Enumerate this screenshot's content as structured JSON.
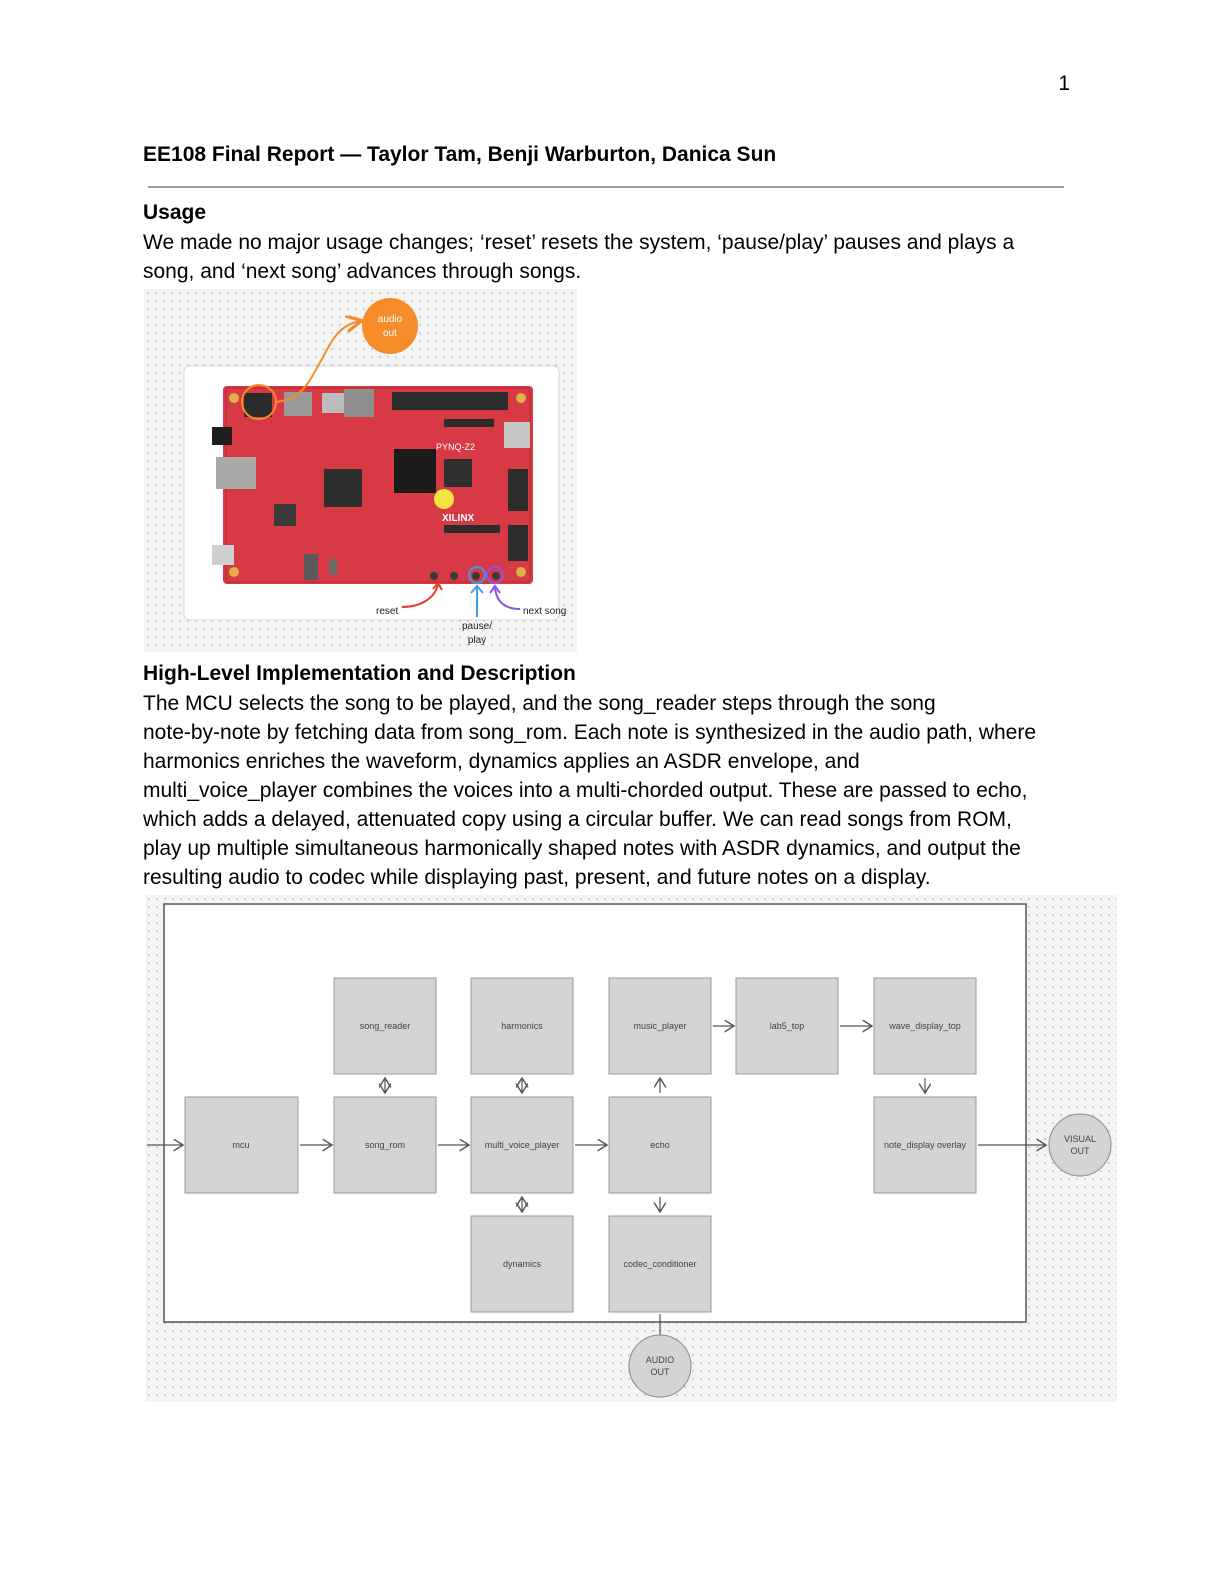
{
  "page_number": "1",
  "title": "EE108 Final Report — Taylor Tam, Benji Warburton, Danica Sun",
  "usage": {
    "heading": "Usage",
    "lines": [
      "We made no major usage changes; ‘reset’ resets the system, ‘pause/play’ pauses and plays a",
      "song, and ‘next song’ advances through songs."
    ]
  },
  "board_figure": {
    "audio_out": [
      "audio",
      "out"
    ],
    "board_labels": [
      "PYNQ-Z2",
      "XILINX"
    ],
    "reset_label": "reset",
    "pause_play_label": [
      "pause/",
      "play"
    ],
    "next_song_label": "next song",
    "colors": {
      "orange": "#f68b2a",
      "red": "#e53b2b",
      "blue": "#3f9af5",
      "purple": "#8a55e6",
      "board": "#d83a45"
    }
  },
  "implementation": {
    "heading": "High-Level Implementation and Description",
    "lines": [
      "The MCU selects the song to be played, and the song_reader steps through the song",
      "note-by-note by fetching data from song_rom. Each note is synthesized in the audio path, where",
      "harmonics enriches the waveform, dynamics applies an ASDR envelope, and",
      "multi_voice_player combines the voices into a multi-chorded output. These are passed to echo,",
      "which adds a delayed, attenuated copy using a circular buffer. We can read songs from ROM,",
      "play up multiple simultaneous harmonically shaped notes with ASDR dynamics, and output the",
      "resulting audio to codec while displaying past, present, and future notes on a display."
    ]
  },
  "block_diagram": {
    "blocks": {
      "mcu": "mcu",
      "song_reader": "song_reader",
      "song_rom": "song_rom",
      "harmonics": "harmonics",
      "multi_voice_player": "multi_voice_player",
      "dynamics": "dynamics",
      "music_player": "music_player",
      "echo": "echo",
      "codec_conditioner": "codec_conditioner",
      "lab5_top": "lab5_top",
      "wave_display_top": "wave_display_top",
      "note_display_overlay": "note_display overlay"
    },
    "visual_out": [
      "VISUAL",
      "OUT"
    ],
    "audio_out": [
      "AUDIO",
      "OUT"
    ]
  }
}
